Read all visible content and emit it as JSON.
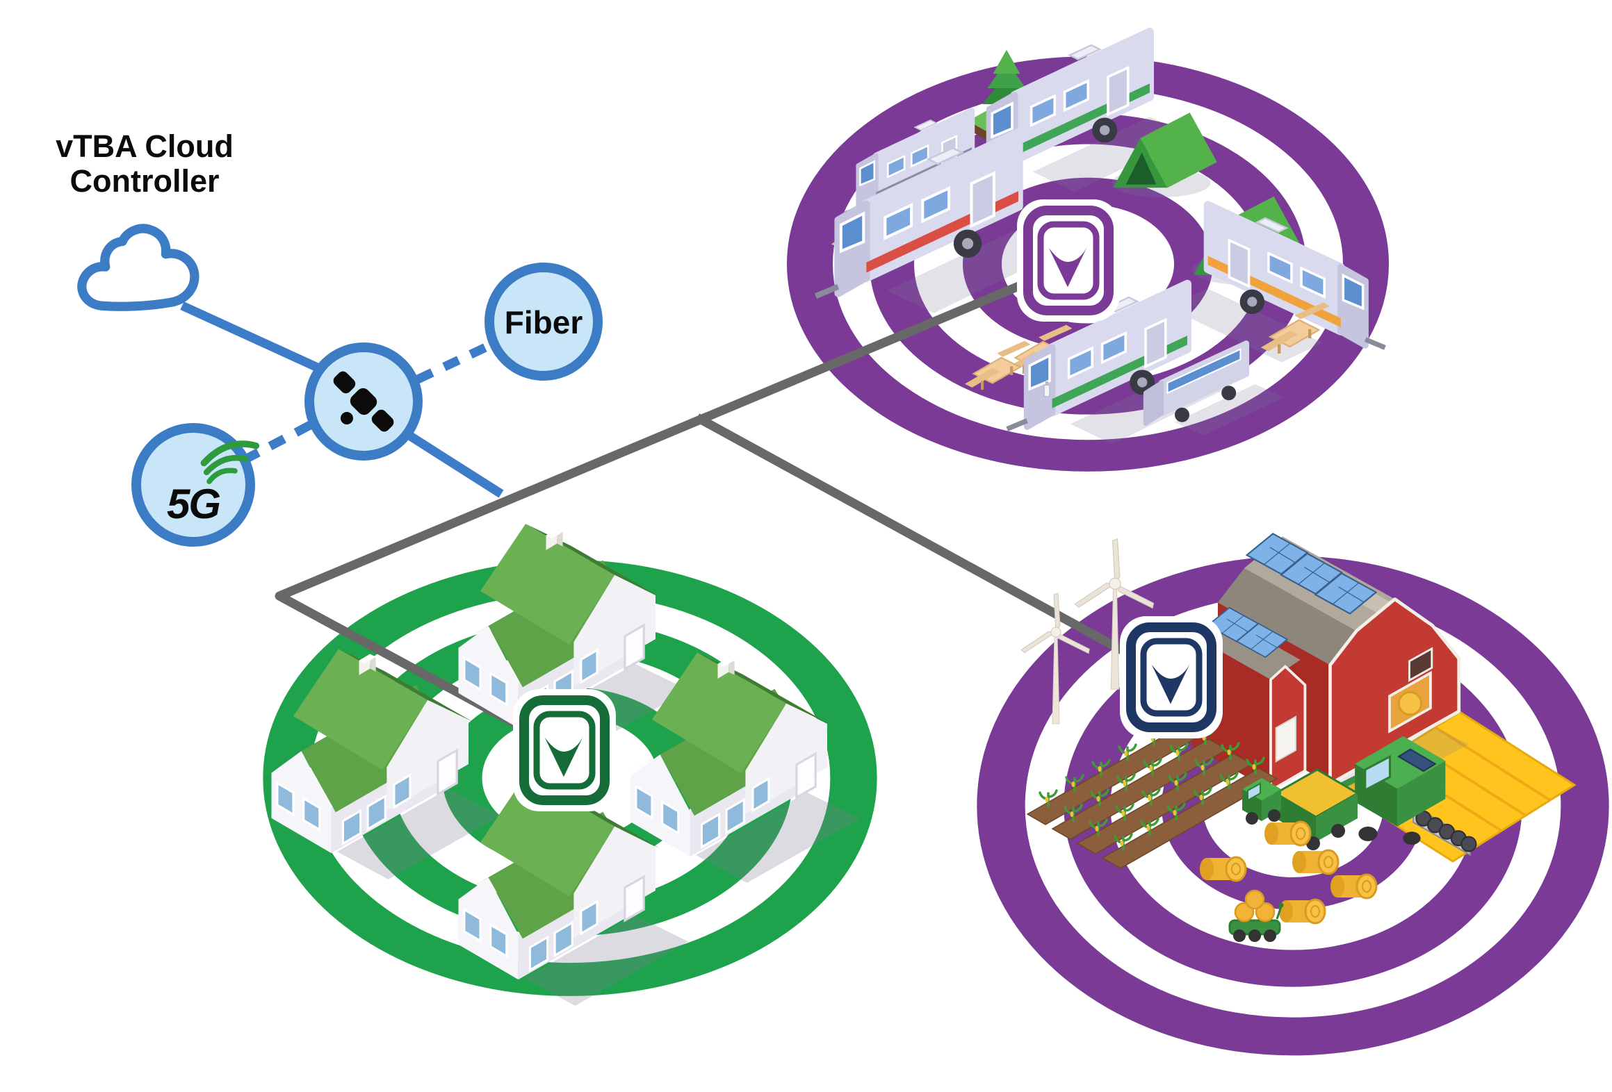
{
  "title": "vTBA Cloud Controller",
  "nodes": {
    "cloud_controller": {
      "label": "vTBA Cloud Controller",
      "icon": "cloud-icon"
    },
    "gateway_hub": {
      "icon": "satellite-icon"
    },
    "fiber": {
      "label": "Fiber"
    },
    "five_g": {
      "label": "5G",
      "icon": "5g-signal-waves-icon"
    }
  },
  "links": {
    "solid_blue": [
      "cloud-to-hub",
      "hub-to-backbone"
    ],
    "dashed_blue": [
      "hub-to-fiber",
      "hub-to-5g"
    ],
    "gray_backbone": [
      "backbone-to-campground-ap",
      "backbone-to-residential-ap",
      "backbone-to-farm-ap"
    ]
  },
  "zones": [
    {
      "id": "campground",
      "ring_color": "#7a3a96",
      "ap_color": "#7a3a96",
      "ap_logo": "v-logo",
      "items": [
        "caravan-green-stripe",
        "caravan-green-stripe",
        "motorhome-red-stripe",
        "caravan-orange-stripe",
        "small-camper",
        "camper-van",
        "green-tent",
        "green-tent",
        "picnic-table",
        "picnic-table",
        "picnic-table",
        "picnic-table",
        "pine-tree",
        "bottle"
      ]
    },
    {
      "id": "residential",
      "ring_color": "#1fa24c",
      "ap_color": "#156c39",
      "ap_logo": "v-logo",
      "items": [
        "house",
        "house",
        "house",
        "house"
      ]
    },
    {
      "id": "farm",
      "ring_color": "#7a3a96",
      "ap_color": "#1e3765",
      "ap_logo": "v-logo",
      "items": [
        "solar-barn",
        "wind-turbine",
        "wind-turbine",
        "corn-field",
        "hay-field",
        "combine-harvester",
        "grain-cart-tractor",
        "hay-bale",
        "hay-bale",
        "hay-bale",
        "hay-bale",
        "hay-bale",
        "robot-baler"
      ]
    }
  ],
  "colors": {
    "blue_line": "#3d7cc9",
    "node_fill": "#c9e6f8",
    "node_border": "#3b7cc4",
    "gray_line": "#686868",
    "purple": "#7a3a96",
    "green_ring": "#1fa24c",
    "green_ap": "#156c39",
    "navy_ap": "#1e3765",
    "signal_green": "#2e9b3c",
    "text": "#0b0b0b"
  }
}
